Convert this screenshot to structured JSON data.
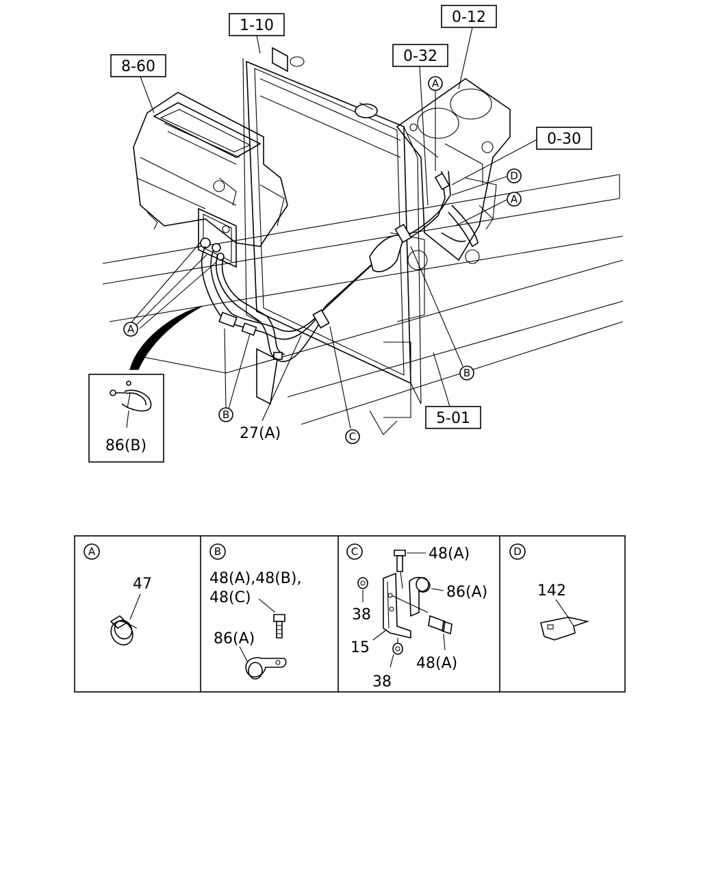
{
  "ref_boxes": {
    "r1": "1-10",
    "r2": "8-60",
    "r3": "0-12",
    "r4": "0-32",
    "r5": "0-30",
    "r6": "5-01"
  },
  "main_labels": {
    "part_27": "27(A)",
    "part_86b": "86(B)"
  },
  "callouts": {
    "a": "A",
    "b": "B",
    "c": "C",
    "d": "D"
  },
  "details": {
    "a": {
      "letter": "A",
      "part": "47"
    },
    "b": {
      "letter": "B",
      "line1": "48(A),48(B),",
      "line2": "48(C)",
      "part": "86(A)"
    },
    "c": {
      "letter": "C",
      "bolt_top": "48(A)",
      "clip": "86(A)",
      "nut1": "38",
      "bracket": "15",
      "bolt_bottom": "48(A)",
      "nut2": "38"
    },
    "d": {
      "letter": "D",
      "part": "142"
    }
  }
}
